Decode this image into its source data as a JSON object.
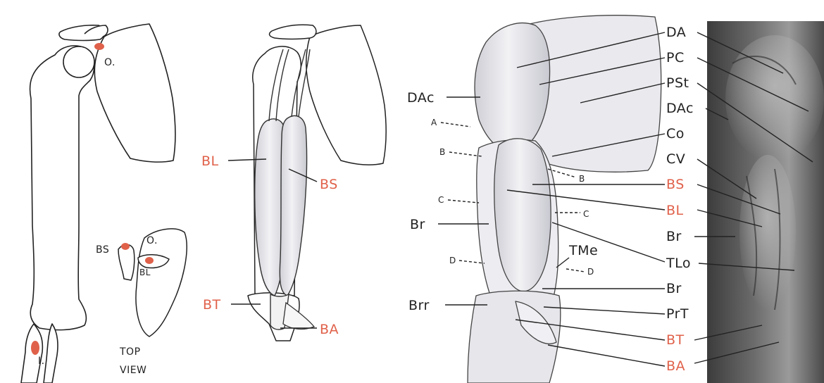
{
  "colors": {
    "accent": "#e0614a",
    "ink": "#222222",
    "bone_fill": "#ffffff",
    "muscle_fill": "#e6e6ea",
    "photo_bg": "#5a5a5a"
  },
  "panel1": {
    "origin_label": "O.",
    "insertion_label": "I.",
    "top_view": {
      "bs_label": "BS",
      "origin_label": "O.",
      "bl_label": "BL",
      "caption_line1": "TOP",
      "caption_line2": "VIEW"
    }
  },
  "panel2": {
    "labels": {
      "bl": "BL",
      "bs": "BS",
      "bt": "BT",
      "ba": "BA"
    }
  },
  "panel3": {
    "left_labels": {
      "dac": "DAc",
      "a": "A",
      "b": "B",
      "c": "C",
      "br": "Br",
      "d": "D",
      "brr": "Brr"
    },
    "inner_labels": {
      "b": "B",
      "c": "C",
      "tme": "TMe",
      "d": "D"
    },
    "right_labels": {
      "da": "DA",
      "pc": "PC",
      "pst": "PSt",
      "dac": "DAc",
      "co": "Co",
      "cv": "CV",
      "bs": "BS",
      "bl": "BL",
      "br1": "Br",
      "tlo": "TLo",
      "br2": "Br",
      "prt": "PrT",
      "bt": "BT",
      "ba": "BA"
    }
  }
}
